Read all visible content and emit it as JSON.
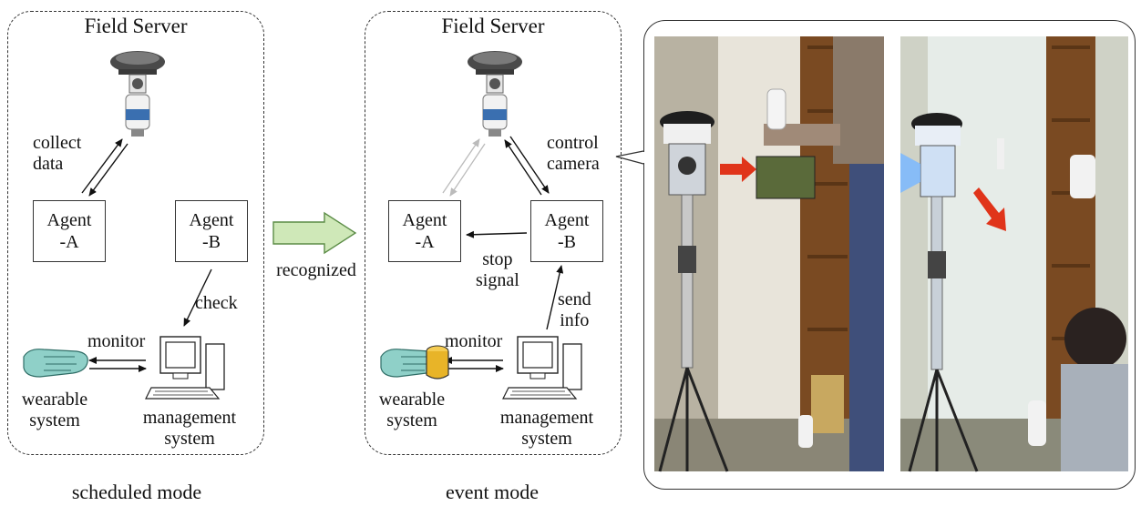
{
  "scheduled": {
    "title": "Field Server",
    "agent_a": "Agent\n-A",
    "agent_b": "Agent\n-B",
    "collect_data": "collect\ndata",
    "check": "check",
    "monitor": "monitor",
    "wearable": "wearable\nsystem",
    "management": "management\nsystem",
    "caption": "scheduled mode"
  },
  "transition": {
    "label": "recognized"
  },
  "event": {
    "title": "Field Server",
    "agent_a": "Agent\n-A",
    "agent_b": "Agent\n-B",
    "stop_signal": "stop\nsignal",
    "send_info": "send\ninfo",
    "monitor": "monitor",
    "wearable": "wearable\nsystem",
    "management": "management\nsystem",
    "caption": "event mode"
  },
  "callout": {
    "label": "control\ncamera"
  },
  "colors": {
    "arrow_fill": "#cfe8b8",
    "arrow_stroke": "#5b8c46",
    "red_arrow": "#e0341a",
    "glove": "#8fd0c8",
    "sensor": "#e8b428"
  }
}
